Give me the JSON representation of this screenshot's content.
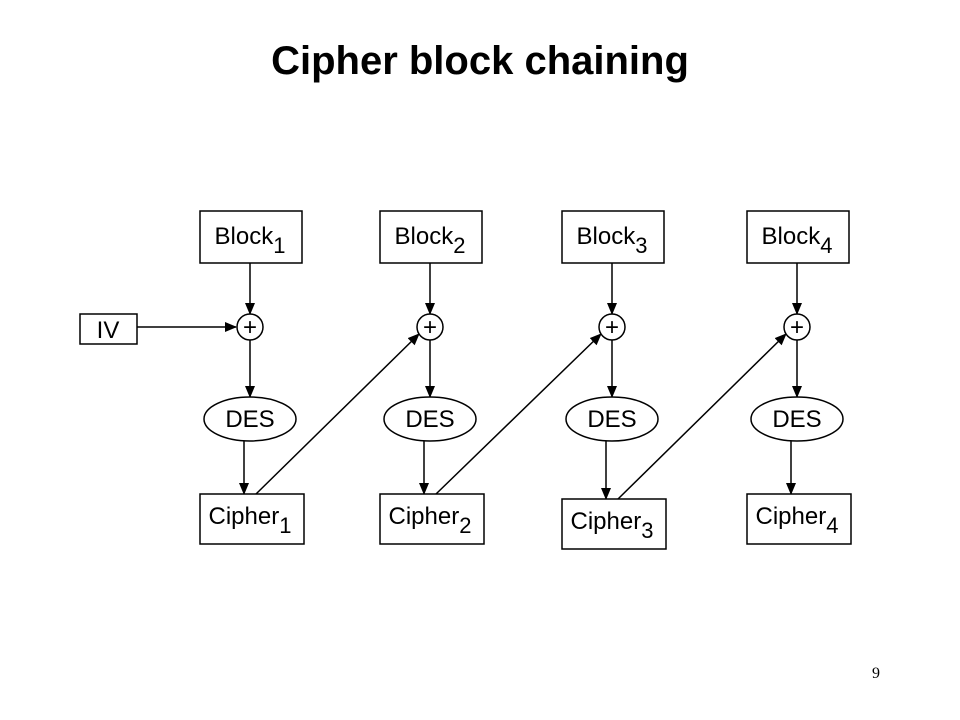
{
  "slide": {
    "title": "Cipher block chaining",
    "page_number": "9"
  },
  "diagram": {
    "iv_label": "IV",
    "xor_symbol": "+",
    "cipher_function": "DES",
    "columns": [
      {
        "block_label": "Block",
        "block_sub": "1",
        "cipher_label": "Cipher",
        "cipher_sub": "1"
      },
      {
        "block_label": "Block",
        "block_sub": "2",
        "cipher_label": "Cipher",
        "cipher_sub": "2"
      },
      {
        "block_label": "Block",
        "block_sub": "3",
        "cipher_label": "Cipher",
        "cipher_sub": "3"
      },
      {
        "block_label": "Block",
        "block_sub": "4",
        "cipher_label": "Cipher",
        "cipher_sub": "4"
      }
    ]
  }
}
